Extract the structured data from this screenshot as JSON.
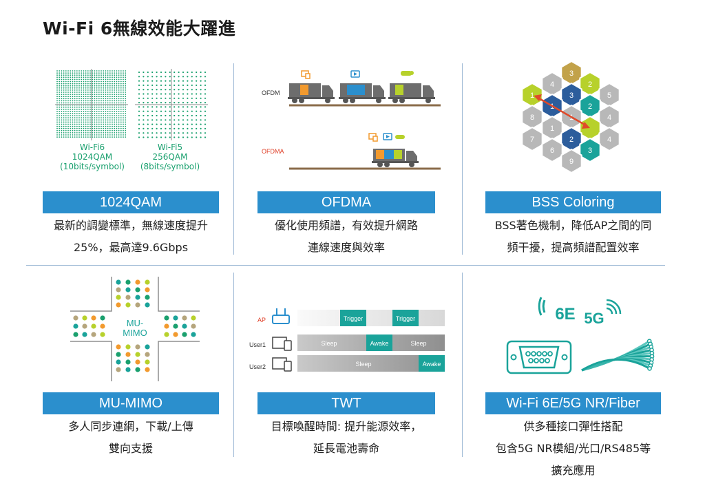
{
  "title": "Wi-Fi 6無線效能大躍進",
  "cells": [
    {
      "band": "1024QAM",
      "desc": [
        "最新的調變標準，無線速度提升",
        "25%，最高達9.6Gbps"
      ]
    },
    {
      "band": "OFDMA",
      "desc": [
        "優化使用頻譜，有效提升網路",
        "連線速度與效率"
      ]
    },
    {
      "band": "BSS Coloring",
      "desc": [
        "BSS著色機制，降低AP之間的同",
        "頻干擾，提高頻譜配置效率"
      ]
    },
    {
      "band": "MU-MIMO",
      "desc": [
        "多人同步連網，下載/上傳",
        "雙向支援"
      ]
    },
    {
      "band": "TWT",
      "desc": [
        "目標喚醒時間: 提升能源效率，",
        "延長電池壽命"
      ]
    },
    {
      "band": "Wi-Fi 6E/5G NR/Fiber",
      "desc": [
        "供多種接口彈性搭配",
        "包含5G NR模組/光口/RS485等",
        "擴充應用"
      ]
    }
  ],
  "qam": {
    "left": {
      "name": "Wi-Fi6",
      "order": "1024QAM",
      "bits": "(10bits/symbol)"
    },
    "right": {
      "name": "Wi-Fi5",
      "order": "256QAM",
      "bits": "(8bits/symbol)"
    }
  },
  "ofdma": {
    "top_label": "OFDM",
    "bottom_label": "OFDMA"
  },
  "hex_numbers": [
    "3",
    "4",
    "2",
    "1",
    "3",
    "5",
    "1",
    "2",
    "8",
    "1",
    "1",
    "4",
    "7",
    "2",
    "4",
    "6",
    "3",
    "9"
  ],
  "mimo_label": [
    "MU-",
    "MIMO"
  ],
  "twt": {
    "ap": "AP",
    "user1": "User1",
    "user2": "User2",
    "trigger1": "Trigger",
    "trigger2": "Trigger",
    "sleep1": "Sleep",
    "awake1": "Awake",
    "sleep2": "Sleep",
    "sleep3": "Sleep",
    "awake2": "Awake"
  },
  "connect": {
    "badge_6e": "6E",
    "badge_5g": "5G"
  },
  "colors": {
    "band": "#2b8fcd",
    "teal": "#1aa39a",
    "green": "#1aa06e",
    "lime": "#b7d12b",
    "orange": "#f29a2e",
    "olive": "#b5a57c",
    "navy": "#2c5d9c"
  }
}
